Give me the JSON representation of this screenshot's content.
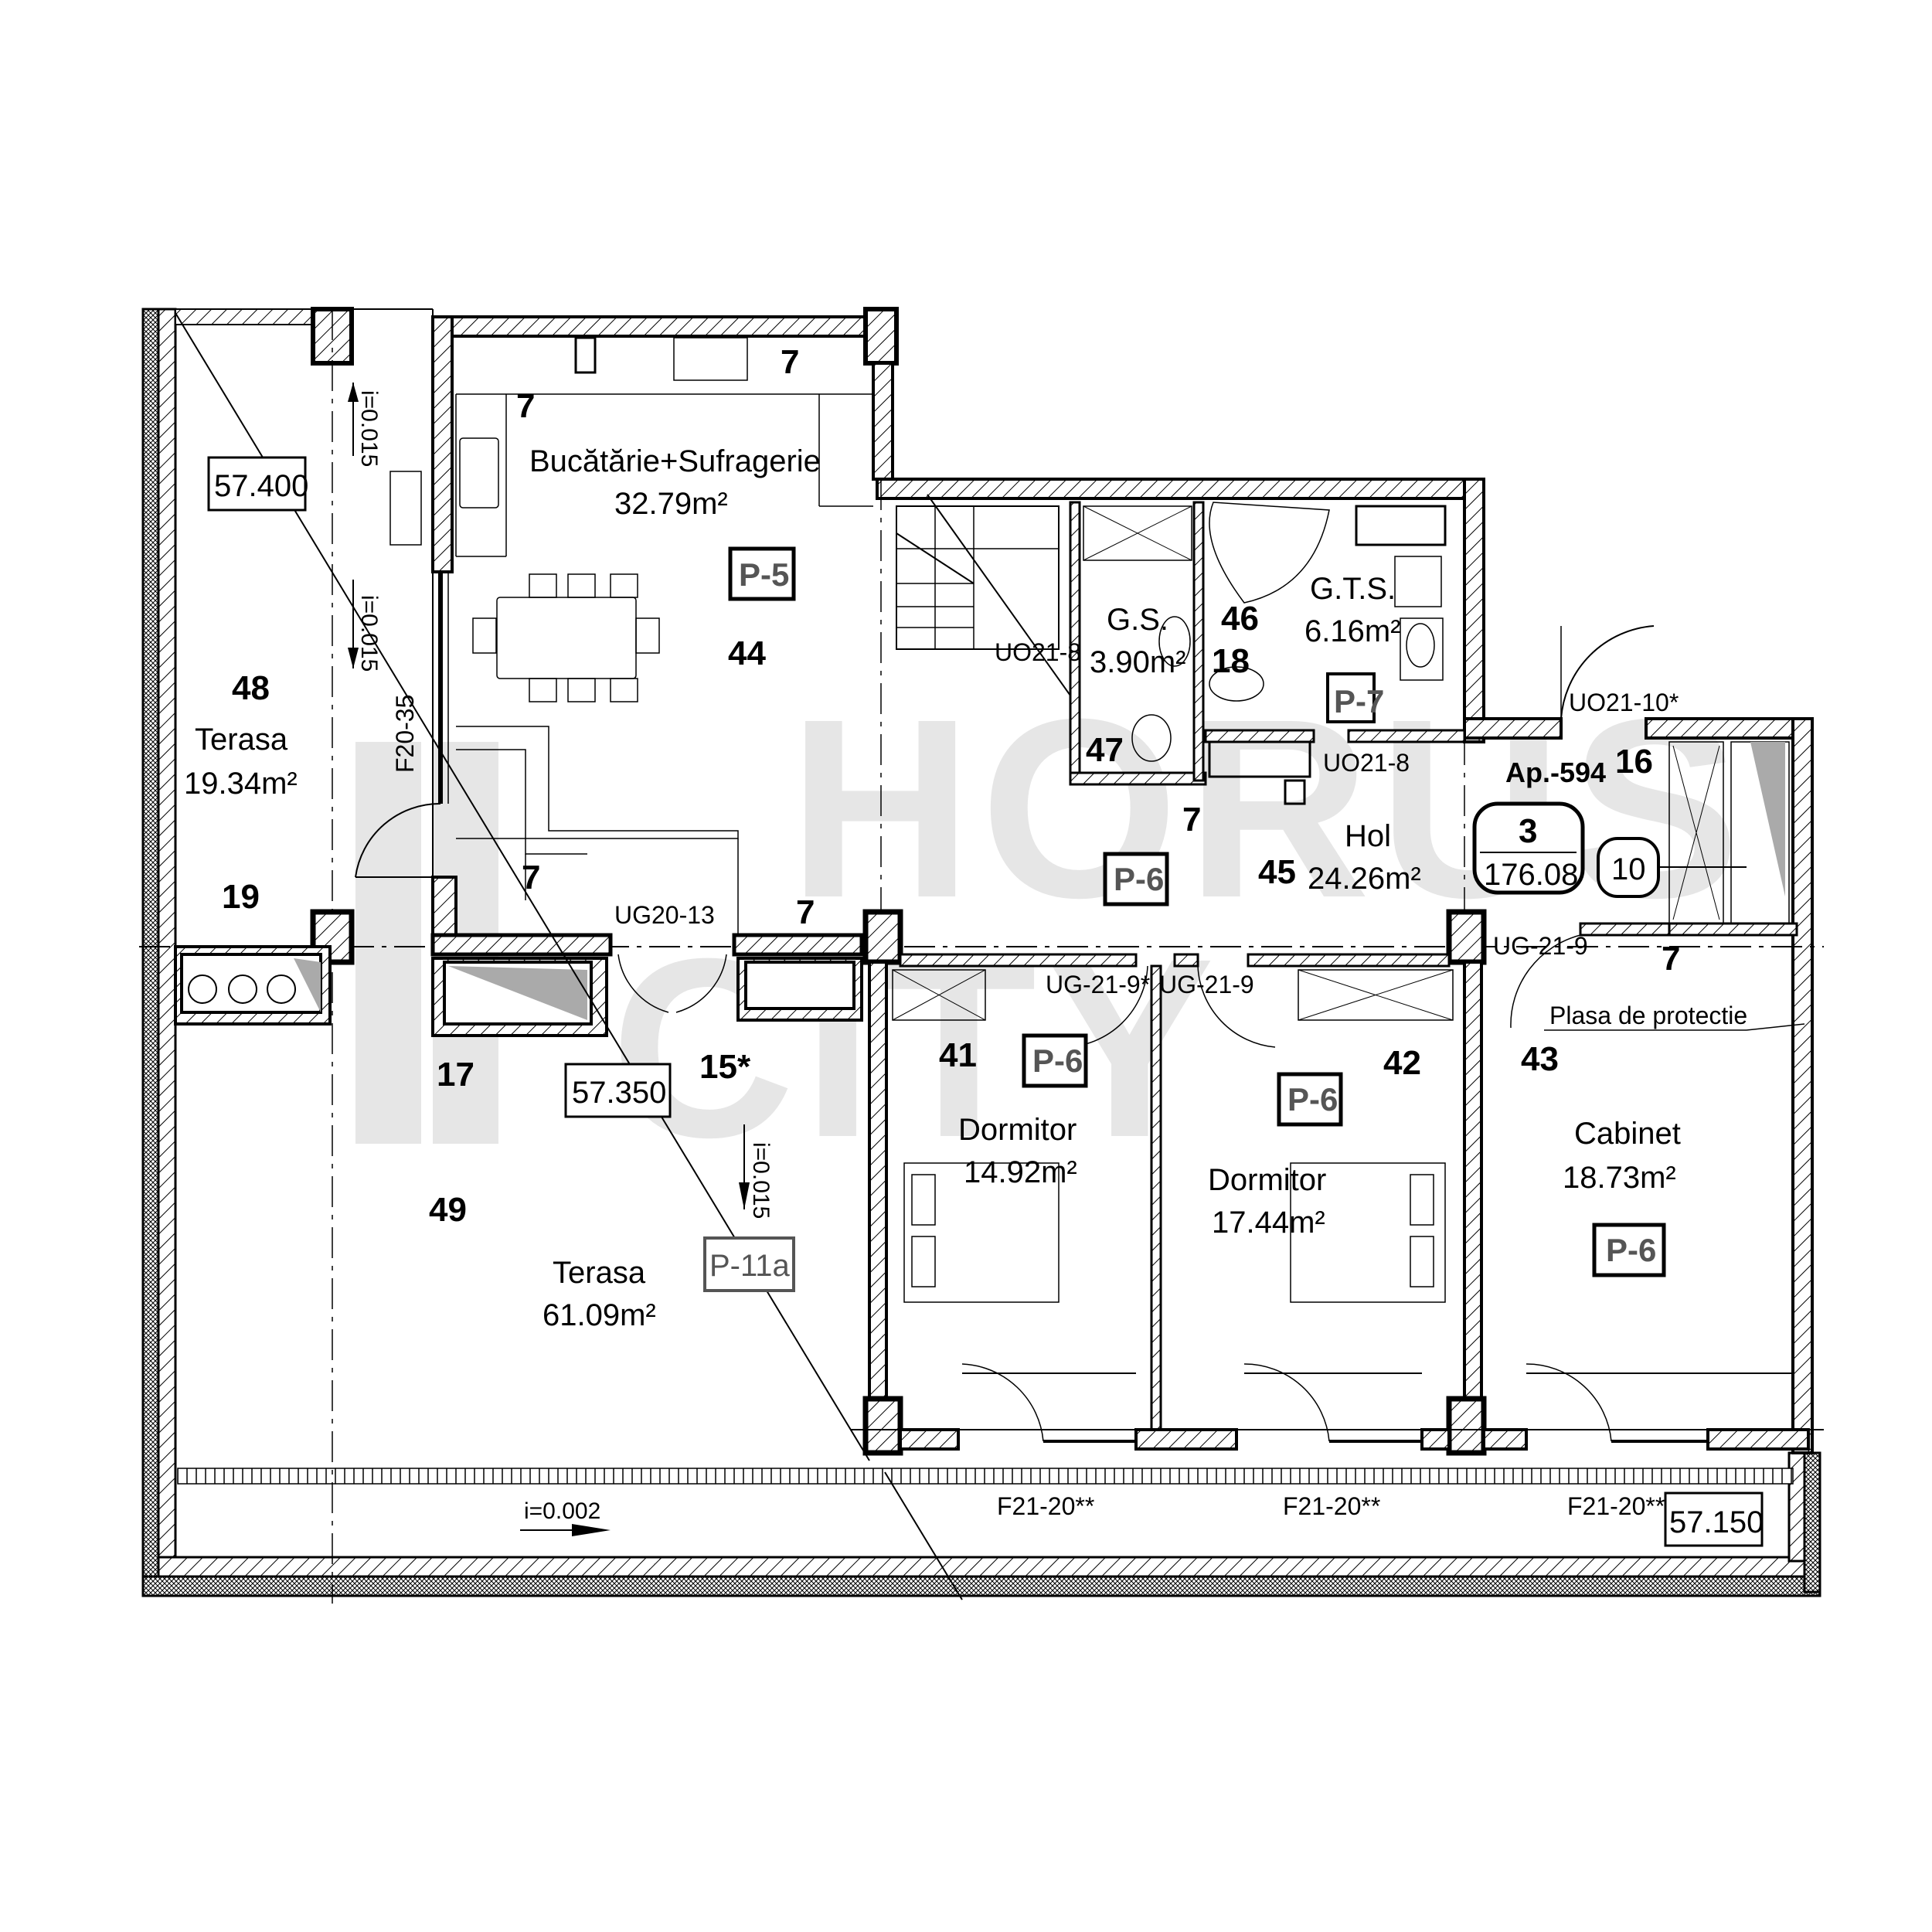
{
  "watermark": {
    "line1": "HORUS",
    "line2": "CITY",
    "color": "#e6e6e6"
  },
  "apartment": {
    "code": "Ap.-594",
    "rooms_count": "3",
    "total_area": "176.08",
    "callout_10": "10"
  },
  "rooms": [
    {
      "id": "44",
      "name": "Bucătărie+Sufragerie",
      "area": "32.79m²",
      "finish": "P-5"
    },
    {
      "id": "45",
      "name": "Hol",
      "area": "24.26m²",
      "finish": "P-6"
    },
    {
      "id": "46",
      "name": "G.T.S.",
      "area": "6.16m²",
      "finish": "P-7"
    },
    {
      "id": "47",
      "name": "G.S.",
      "area": "3.90m²",
      "finish": ""
    },
    {
      "id": "41",
      "name": "Dormitor",
      "area": "14.92m²",
      "finish": "P-6"
    },
    {
      "id": "42",
      "name": "Dormitor",
      "area": "17.44m²",
      "finish": "P-6"
    },
    {
      "id": "43",
      "name": "Cabinet",
      "area": "18.73m²",
      "finish": "P-6"
    },
    {
      "id": "48",
      "name": "Terasa",
      "area": "19.34m²",
      "finish": ""
    },
    {
      "id": "49",
      "name": "Terasa",
      "area": "61.09m²",
      "finish": "P-11a"
    }
  ],
  "levels": {
    "top_terrace": "57.400",
    "middle_terrace": "57.350",
    "bottom_terrace": "57.150"
  },
  "slopes": {
    "top_up": "i=0.015",
    "top_down": "i=0.015",
    "mid_down": "i=0.015",
    "bottom": "i=0.002"
  },
  "doors": {
    "terrace_window": "F20-35",
    "kitchen_terrace_door": "UG20-13",
    "gs_door": "UO21-8",
    "gts_door": "UO21-8",
    "entrance_door": "UO21-10*",
    "bedroom1_door": "UG-21-9*",
    "bedroom2_door": "UG-21-9",
    "cabinet_door": "UG-21-9",
    "window_bedroom1": "F21-20**",
    "window_bedroom2": "F21-20**",
    "window_cabinet": "F21-20**"
  },
  "callouts": {
    "c7": "7",
    "c15": "15*",
    "c16": "16",
    "c17": "17",
    "c18": "18",
    "c19": "19"
  },
  "notes": {
    "safety_net": "Plasa de protectie"
  }
}
